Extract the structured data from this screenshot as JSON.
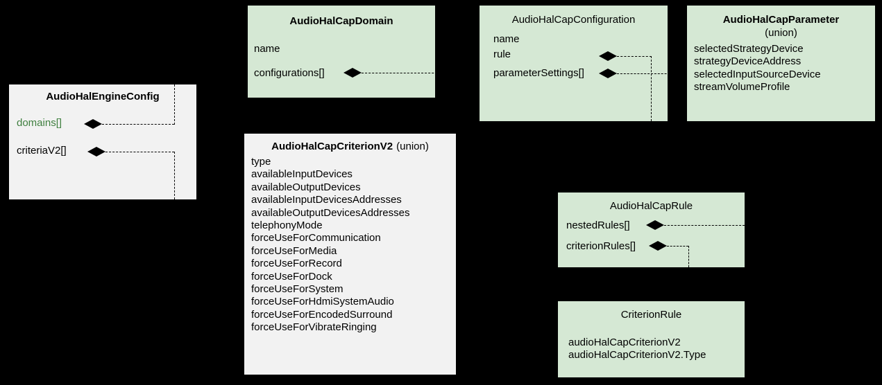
{
  "diagram": {
    "background_color": "#000000",
    "green_fill": "#d5e8d4",
    "gray_fill": "#f2f2f2",
    "accent_text_color": "#3f7f3f"
  },
  "boxes": {
    "engine_config": {
      "title": "AudioHalEngineConfig",
      "fields": [
        {
          "label": "domains[]",
          "highlighted": true
        },
        {
          "label": "criteriaV2[]",
          "highlighted": false
        }
      ]
    },
    "cap_domain": {
      "title": "AudioHalCapDomain",
      "fields": [
        {
          "label": "name"
        },
        {
          "label": "configurations[]"
        }
      ]
    },
    "cap_configuration": {
      "title": "AudioHalCapConfiguration",
      "fields": [
        {
          "label": "name"
        },
        {
          "label": "rule"
        },
        {
          "label": "parameterSettings[]"
        }
      ]
    },
    "cap_parameter": {
      "title": "AudioHalCapParameter",
      "subtitle": "(union)",
      "fields": [
        {
          "label": "selectedStrategyDevice"
        },
        {
          "label": "strategyDeviceAddress"
        },
        {
          "label": "selectedInputSourceDevice"
        },
        {
          "label": "streamVolumeProfile"
        }
      ]
    },
    "cap_criterion_v2": {
      "title": "AudioHalCapCriterionV2",
      "title_suffix": "(union)",
      "fields": [
        {
          "label": "type"
        },
        {
          "label": "availableInputDevices"
        },
        {
          "label": "availableOutputDevices"
        },
        {
          "label": "availableInputDevicesAddresses"
        },
        {
          "label": "availableOutputDevicesAddresses"
        },
        {
          "label": "telephonyMode"
        },
        {
          "label": "forceUseForCommunication"
        },
        {
          "label": "forceUseForMedia"
        },
        {
          "label": "forceUseForRecord"
        },
        {
          "label": "forceUseForDock"
        },
        {
          "label": "forceUseForSystem"
        },
        {
          "label": "forceUseForHdmiSystemAudio"
        },
        {
          "label": "forceUseForEncodedSurround"
        },
        {
          "label": "forceUseForVibrateRinging"
        }
      ]
    },
    "cap_rule": {
      "title": "AudioHalCapRule",
      "fields": [
        {
          "label": "nestedRules[]"
        },
        {
          "label": "criterionRules[]"
        }
      ]
    },
    "criterion_rule": {
      "title": "CriterionRule",
      "fields": [
        {
          "label": "audioHalCapCriterionV2"
        },
        {
          "label": "audioHalCapCriterionV2.Type"
        }
      ]
    }
  }
}
